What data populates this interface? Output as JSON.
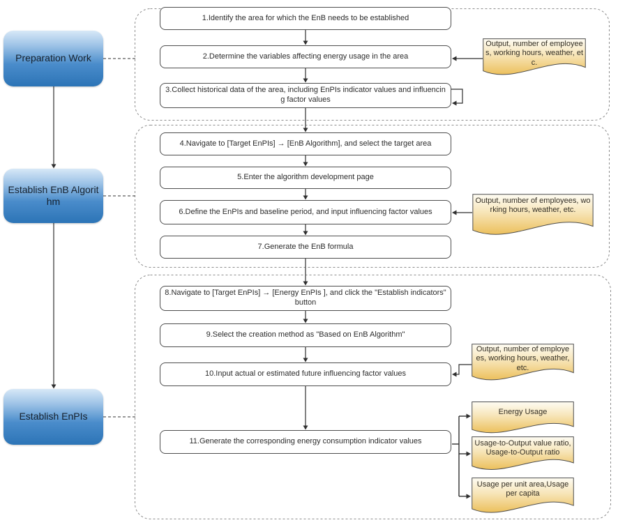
{
  "phases": [
    {
      "label": "Preparation Work"
    },
    {
      "label": "Establish EnB Algorithm"
    },
    {
      "label": "Establish EnPIs"
    }
  ],
  "steps": [
    {
      "label": "1.Identify the area for which the EnB needs to be established"
    },
    {
      "label": "2.Determine the variables affecting energy usage in the area"
    },
    {
      "label": "3.Collect historical data of the area, including EnPIs indicator values and influencing factor values"
    },
    {
      "label": "4.Navigate to [Target EnPIs] → [EnB Algorithm], and select the target area"
    },
    {
      "label": "5.Enter the algorithm development page"
    },
    {
      "label": "6.Define the EnPIs and baseline period, and input influencing factor values"
    },
    {
      "label": "7.Generate the EnB formula"
    },
    {
      "label": "8.Navigate to [Target EnPIs] → [Energy EnPIs ], and click the \"Establish indicators\" button"
    },
    {
      "label": "9.Select the creation method as \"Based on EnB Algorithm\""
    },
    {
      "label": "10.Input actual or estimated future influencing factor values"
    },
    {
      "label": "11.Generate the corresponding energy consumption indicator values"
    }
  ],
  "input_notes": [
    {
      "label": "Output, number of employees, working hours, weather, etc."
    },
    {
      "label": "Output, number of employees, working hours, weather, etc."
    },
    {
      "label": "Output, number of employees, working hours, weather, etc."
    }
  ],
  "output_notes": [
    {
      "label": "Energy Usage"
    },
    {
      "label": "Usage-to-Output value ratio,Usage-to-Output ratio"
    },
    {
      "label": "Usage per unit area,Usage per capita"
    }
  ],
  "colors": {
    "phase_gradient_top": "#d7e8f7",
    "phase_gradient_bottom": "#2c74b6",
    "note_gradient_top": "#fefcf3",
    "note_gradient_bottom": "#ecc05c",
    "box_border": "#4d4d4d",
    "container_dash": "#8c8c8c",
    "connector": "#2f2f2f"
  }
}
